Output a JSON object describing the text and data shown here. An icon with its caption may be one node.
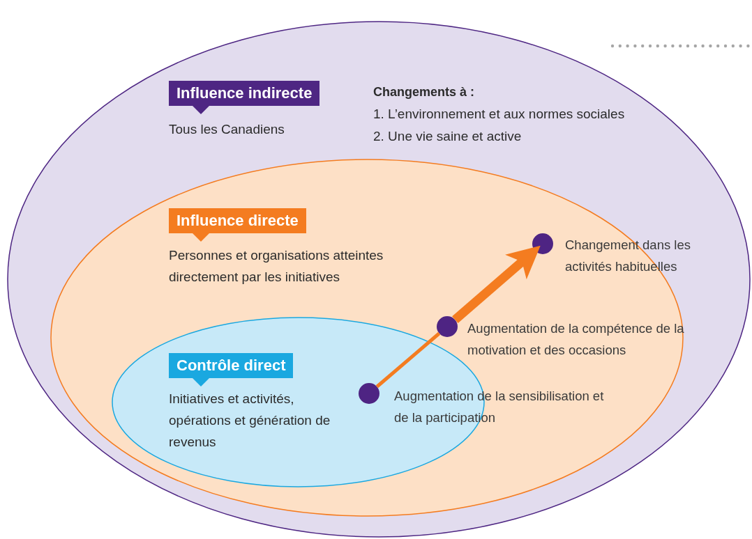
{
  "diagram": {
    "nodes": [
      {
        "text": [
          "Influence indirecte",
          "Tous les Canadiens"
        ]
      },
      {
        "text": [
          "Influence directe",
          "Personnes et organisations atteintes directement par les initiatives"
        ],
        "in": 0
      },
      {
        "text": [
          "Contrôle direct",
          "Initiatives et activités, opérations et génération de revenus"
        ],
        "in": 1
      },
      {
        "text": [],
        "shape": "circle",
        "in": 2,
        "beside": [
          "Augmentation de la sensibilisation et de la participation"
        ]
      },
      {
        "text": [],
        "shape": "circle",
        "in": 1,
        "beside": [
          "Augmentation de la compétence de la motivation et des occasions"
        ]
      },
      {
        "text": [],
        "shape": "circle",
        "in": 1,
        "beside": [
          "Changement dans les activités habituelles"
        ]
      }
    ],
    "edges": [
      {
        "from": 3,
        "to": 4,
        "arrow": "none",
        "color": "#f47c20"
      },
      {
        "from": 4,
        "to": 5,
        "arrow": "to",
        "color": "#f47c20",
        "style": "thick"
      }
    ],
    "labels": [
      "Changements à :",
      "1. L’environnement et aux normes sociales",
      "2. Une vie saine et active"
    ]
  }
}
